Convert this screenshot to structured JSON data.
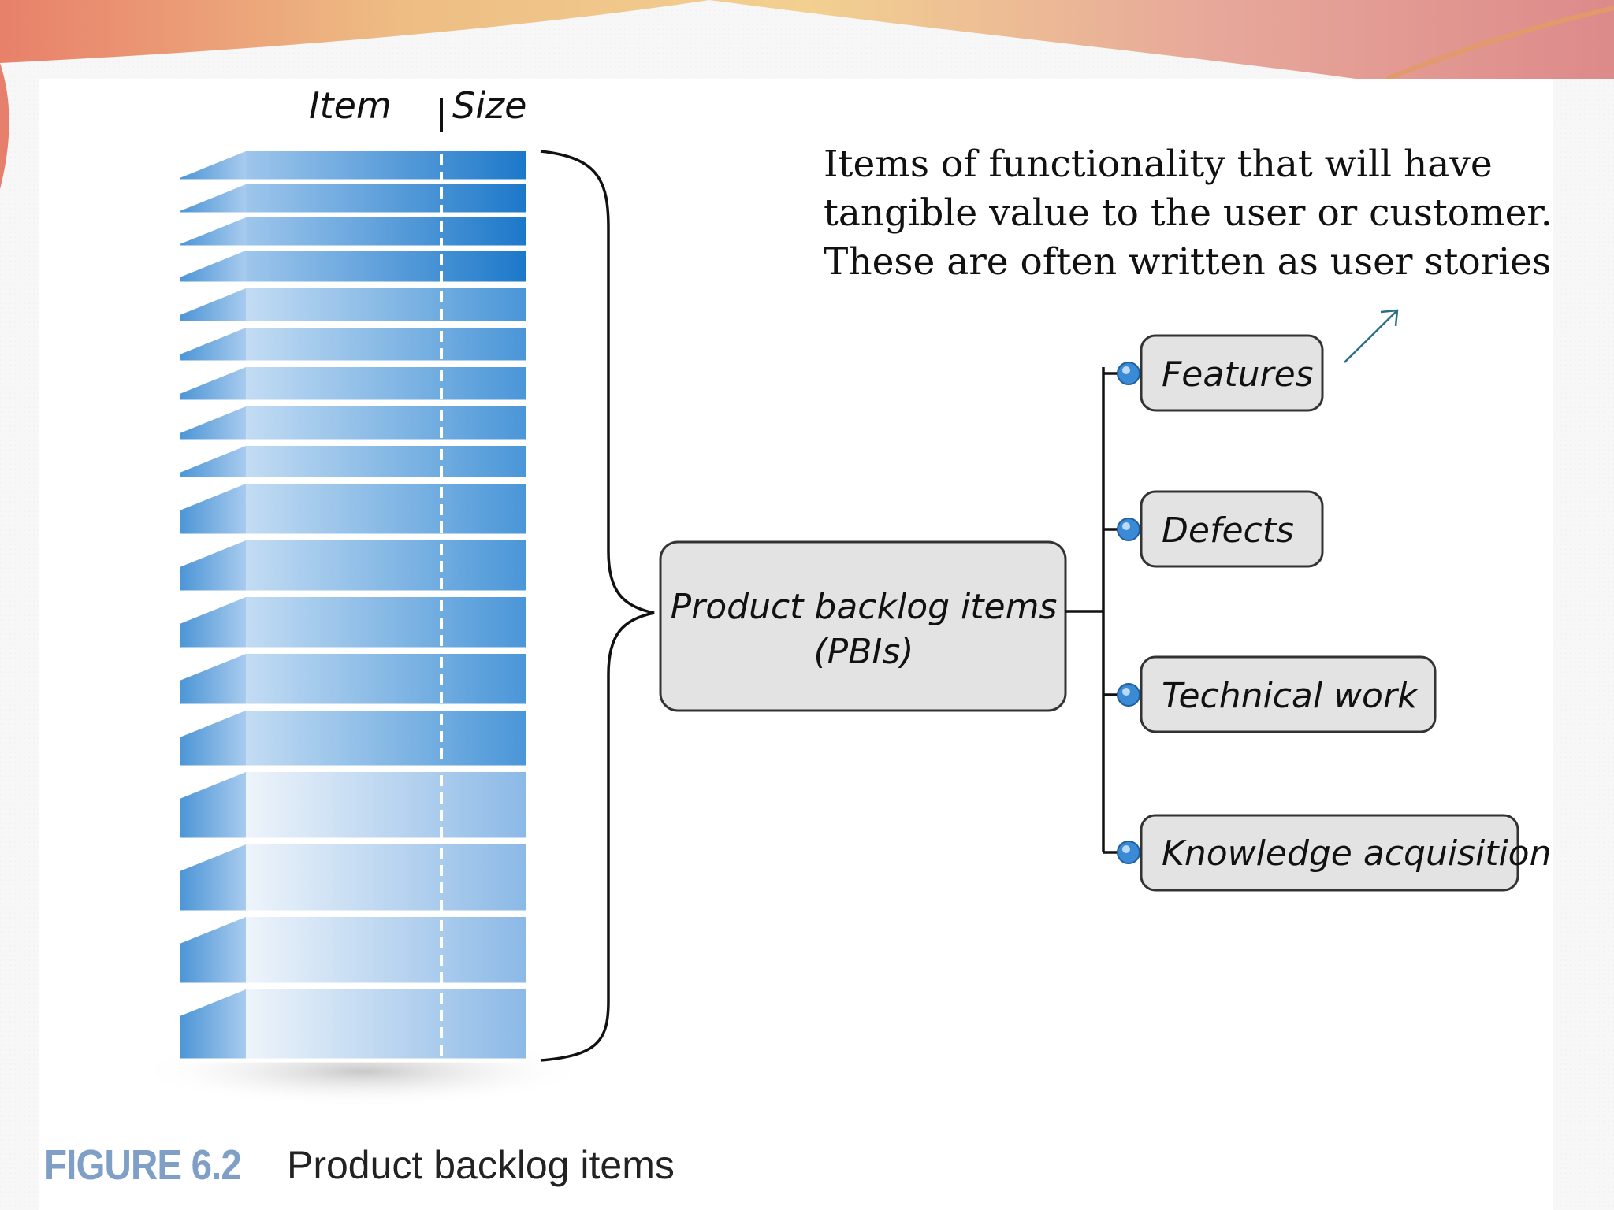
{
  "header": {
    "item_label": "Item",
    "size_label": "Size"
  },
  "annotation": [
    "Items of functionality that will have",
    "tangible value to the user or customer.",
    "These are often written as user stories"
  ],
  "center_node": {
    "line1": "Product backlog items",
    "line2": "(PBIs)"
  },
  "categories": [
    {
      "label": "Features"
    },
    {
      "label": "Defects"
    },
    {
      "label": "Technical work"
    },
    {
      "label": "Knowledge acquisition"
    }
  ],
  "caption": {
    "figure_label": "FIGURE 6.2",
    "figure_title": "Product backlog items"
  },
  "colors": {
    "stack_dark": "#1f7ccc",
    "stack_light": "#e4eef9",
    "node_fill": "#e3e3e3",
    "node_stroke": "#333333",
    "connector_dot": "#3b8ad6",
    "caption_blue": "#7f9fc6"
  }
}
